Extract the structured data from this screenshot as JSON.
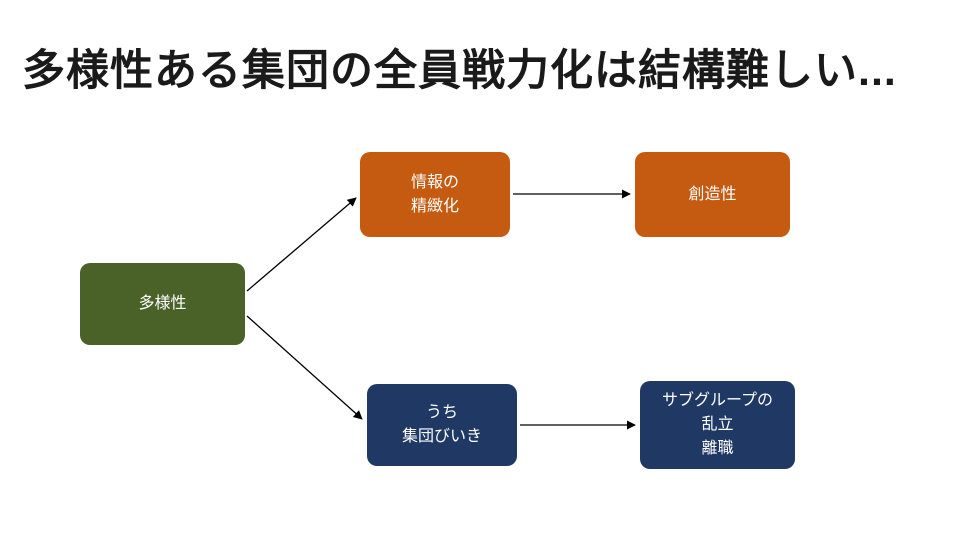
{
  "slide": {
    "title": "多様性ある集団の全員戦力化は結構難しい...",
    "background_color": "#ffffff",
    "title_color": "#1a1a1a"
  },
  "diagram": {
    "nodes": [
      {
        "id": "diversity",
        "label": "多様性",
        "color": "#4a6128",
        "text_color": "#ffffff"
      },
      {
        "id": "information-elaboration",
        "label": "情報の\n精緻化",
        "color": "#c55a11",
        "text_color": "#ffffff"
      },
      {
        "id": "creativity",
        "label": "創造性",
        "color": "#c55a11",
        "text_color": "#ffffff"
      },
      {
        "id": "ingroup-favoritism",
        "label": "うち\n集団びいき",
        "color": "#1f3864",
        "text_color": "#ffffff"
      },
      {
        "id": "subgroup-proliferation-turnover",
        "label": "サブグループの\n乱立\n離職",
        "color": "#1f3864",
        "text_color": "#ffffff"
      }
    ],
    "edges": [
      {
        "from": "diversity",
        "to": "information-elaboration"
      },
      {
        "from": "information-elaboration",
        "to": "creativity"
      },
      {
        "from": "diversity",
        "to": "ingroup-favoritism"
      },
      {
        "from": "ingroup-favoritism",
        "to": "subgroup-proliferation-turnover"
      }
    ],
    "edge_color": "#000000"
  }
}
